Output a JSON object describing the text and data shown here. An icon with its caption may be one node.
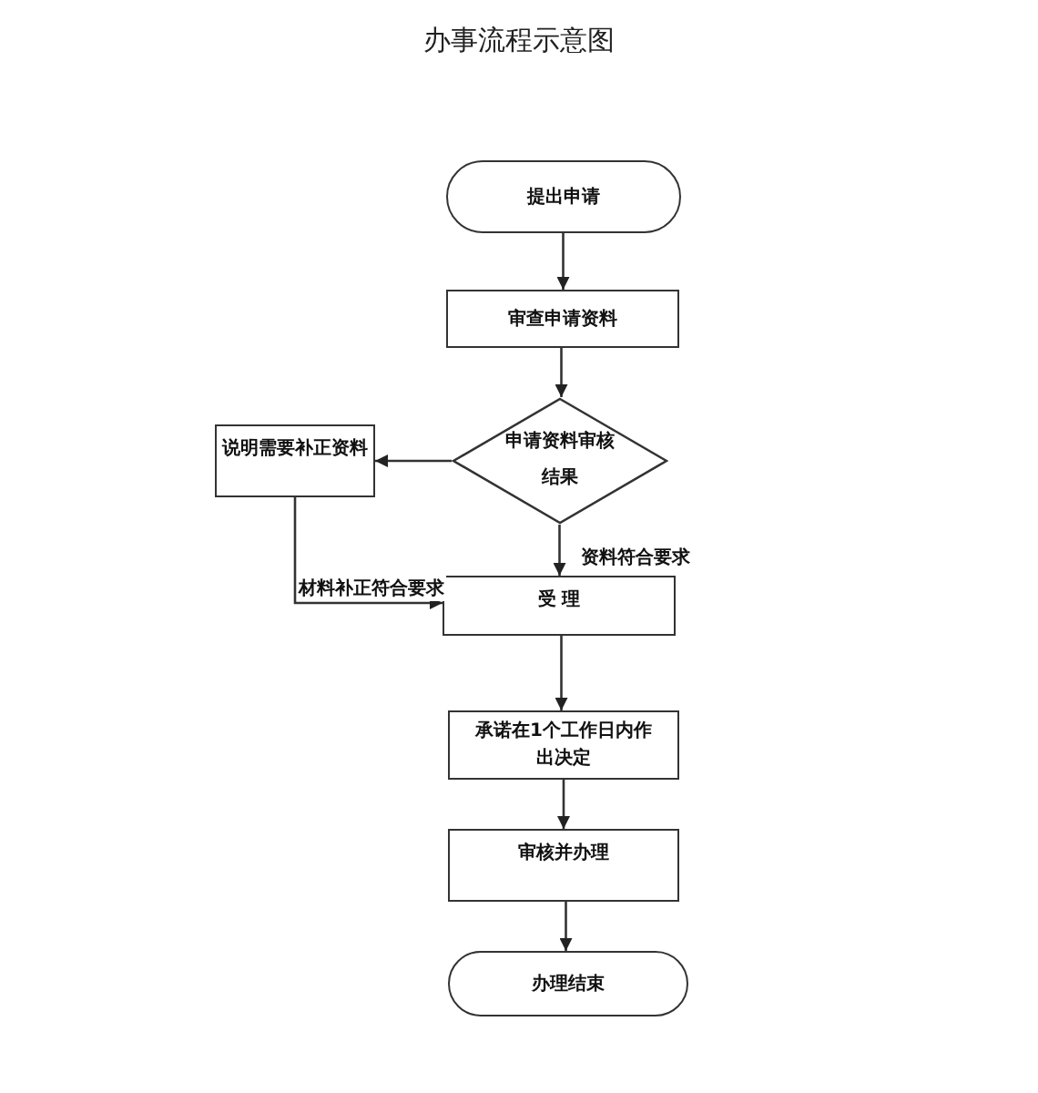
{
  "diagram": {
    "title": "办事流程示意图",
    "nodes": [
      {
        "text": [
          "提出申请"
        ]
      },
      {
        "text": [
          "审查申请资料"
        ]
      },
      {
        "text": [
          "申请资料审核结果"
        ]
      },
      {
        "text": [
          "说明需要补正资料"
        ]
      },
      {
        "text": [
          "受 理"
        ]
      },
      {
        "text": [
          "承诺在1个工作日内作出决定"
        ]
      },
      {
        "text": [
          "审核并办理"
        ]
      },
      {
        "text": [
          "办理结束"
        ]
      }
    ],
    "edges": [
      {
        "from": 0,
        "to": 1,
        "arrow": "to"
      },
      {
        "from": 1,
        "to": 2,
        "arrow": "to"
      },
      {
        "from": 2,
        "to": 3,
        "arrow": "to"
      },
      {
        "from": 2,
        "to": 4,
        "arrow": "to",
        "label": "资料符合要求"
      },
      {
        "from": 3,
        "to": 4,
        "arrow": "to",
        "label": "材料补正符合要求"
      },
      {
        "from": 4,
        "to": 5,
        "arrow": "to"
      },
      {
        "from": 5,
        "to": 6,
        "arrow": "to"
      },
      {
        "from": 6,
        "to": 7,
        "arrow": "to"
      }
    ]
  }
}
